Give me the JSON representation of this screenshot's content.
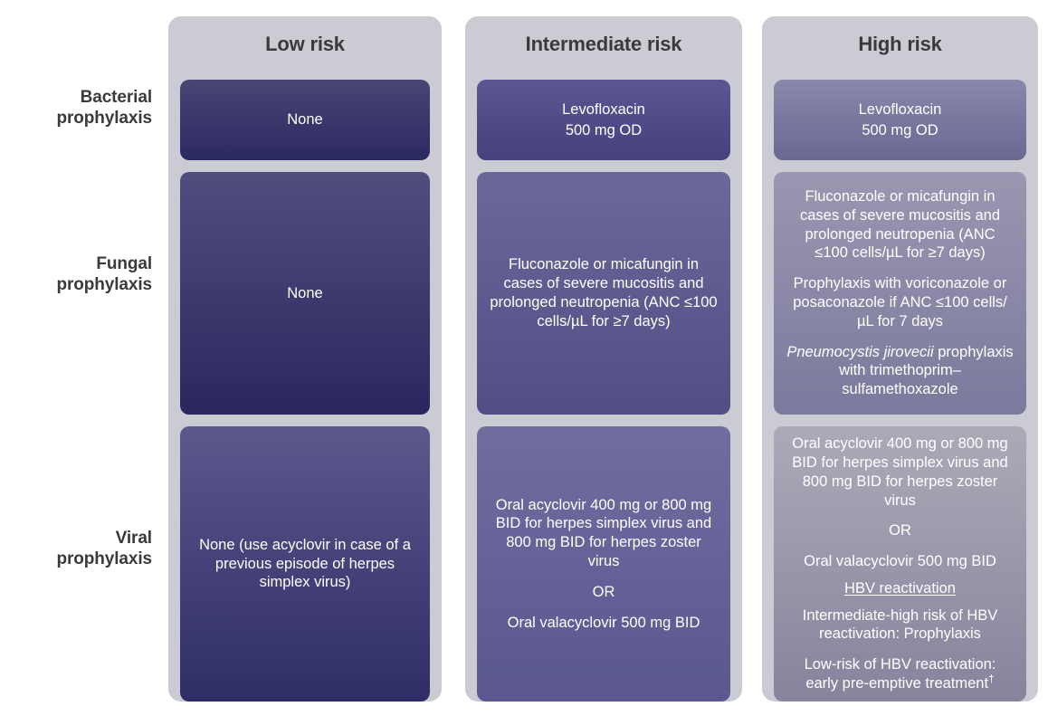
{
  "row_labels": [
    {
      "id": "bacterial",
      "line1": "Bacterial",
      "line2": "prophylaxis"
    },
    {
      "id": "fungal",
      "line1": "Fungal",
      "line2": "prophylaxis"
    },
    {
      "id": "viral",
      "line1": "Viral",
      "line2": "prophylaxis"
    }
  ],
  "columns": {
    "low": {
      "title": "Low risk"
    },
    "inter": {
      "title": "Intermediate risk"
    },
    "high": {
      "title": "High risk"
    }
  },
  "cells": {
    "low": {
      "bacterial": {
        "p1": "None"
      },
      "fungal": {
        "p1": "None"
      },
      "viral": {
        "p1": "None (use acyclovir in case of a previous episode of herpes simplex virus)"
      }
    },
    "inter": {
      "bacterial": {
        "p1": "Levofloxacin",
        "p2": "500 mg OD"
      },
      "fungal": {
        "p1": "Fluconazole or micafungin in cases of severe mucositis and prolonged neutropenia (ANC ≤100 cells/µL for ≥7 days)"
      },
      "viral": {
        "p1": "Oral acyclovir 400 mg or 800 mg BID for herpes simplex virus and 800 mg BID for herpes zoster virus",
        "p2": "OR",
        "p3": "Oral valacyclovir 500 mg BID"
      }
    },
    "high": {
      "bacterial": {
        "p1": "Levofloxacin",
        "p2": "500 mg OD"
      },
      "fungal": {
        "p1": "Fluconazole or micafungin in cases of severe mucositis and prolonged neutropenia (ANC ≤100 cells/µL for ≥7 days)",
        "p2": "Prophylaxis with voriconazole or posaconazole if ANC ≤100 cells/µL for 7 days",
        "p3_italic": "Pneumocystis jirovecii",
        "p3_rest": " prophylaxis with trimethoprim–sulfamethoxazole"
      },
      "viral": {
        "p1": "Oral acyclovir 400 mg or 800 mg BID for herpes simplex virus and 800 mg BID for herpes zoster virus",
        "p2": "OR",
        "p3": "Oral valacyclovir 500 mg BID",
        "p4_heading": "HBV reactivation",
        "p5": "Intermediate-high risk of HBV reactivation: Prophylaxis",
        "p6": "Low-risk of HBV reactivation: early pre-emptive treatment",
        "p6_footnote_marker": "†"
      }
    }
  },
  "colors": {
    "column_background": "#cbcbd4",
    "page_background": "#ffffff",
    "label_text": "#3a3a3a",
    "card_text": "#ffffff",
    "low_dark": "#2b2962",
    "intermediate_mid": "#5a5794",
    "high_light": "#abaab7"
  }
}
